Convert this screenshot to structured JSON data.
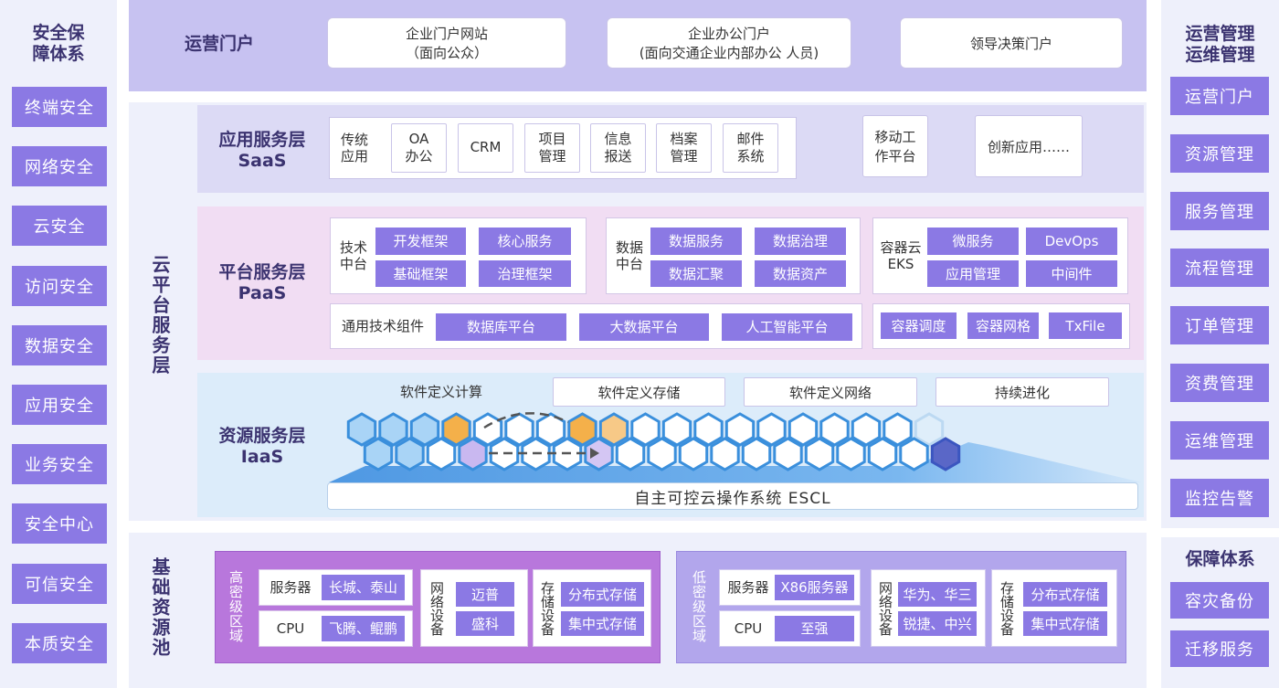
{
  "left": {
    "title_line1": "安全保",
    "title_line2": "障体系",
    "items": [
      "终端安全",
      "网络安全",
      "云安全",
      "访问安全",
      "数据安全",
      "应用安全",
      "业务安全",
      "安全中心",
      "可信安全",
      "本质安全"
    ]
  },
  "right_top": {
    "title_line1": "运营管理",
    "title_line2": "运维管理",
    "items": [
      "运营门户",
      "资源管理",
      "服务管理",
      "流程管理",
      "订单管理",
      "资费管理",
      "运维管理",
      "监控告警"
    ]
  },
  "right_bottom": {
    "title": "保障体系",
    "items": [
      "容灾备份",
      "迁移服务"
    ]
  },
  "portal": {
    "label": "运营门户",
    "boxes": [
      {
        "line1": "企业门户网站",
        "line2": "（面向公众）"
      },
      {
        "line1": "企业办公门户",
        "line2": "(面向交通企业内部办公 人员)"
      },
      {
        "line1": "领导决策门户",
        "line2": ""
      }
    ]
  },
  "cloud_label": "云平台服务层",
  "saas": {
    "label1": "应用服务层",
    "label2": "SaaS",
    "traditional_line1": "传统",
    "traditional_line2": "应用",
    "apps": [
      {
        "l1": "OA",
        "l2": "办公"
      },
      {
        "l1": "CRM",
        "l2": ""
      },
      {
        "l1": "项目",
        "l2": "管理"
      },
      {
        "l1": "信息",
        "l2": "报送"
      },
      {
        "l1": "档案",
        "l2": "管理"
      },
      {
        "l1": "邮件",
        "l2": "系统"
      }
    ],
    "mobile_line1": "移动工",
    "mobile_line2": "作平台",
    "innovation": "创新应用……"
  },
  "paas": {
    "label1": "平台服务层",
    "label2": "PaaS",
    "tech_line1": "技术",
    "tech_line2": "中台",
    "tech_items": [
      "开发框架",
      "核心服务",
      "基础框架",
      "治理框架"
    ],
    "data_line1": "数据",
    "data_line2": "中台",
    "data_items": [
      "数据服务",
      "数据治理",
      "数据汇聚",
      "数据资产"
    ],
    "container_line1": "容器云",
    "container_line2": "EKS",
    "container_items": [
      "微服务",
      "DevOps",
      "应用管理",
      "中间件"
    ],
    "common_label": "通用技术组件",
    "common_items": [
      "数据库平台",
      "大数据平台",
      "人工智能平台"
    ],
    "container_ops": [
      "容器调度",
      "容器网格",
      "TxFile"
    ]
  },
  "iaas": {
    "label1": "资源服务层",
    "label2": "IaaS",
    "compute": "软件定义计算",
    "storage": "软件定义存储",
    "network": "软件定义网络",
    "evolve": "持续进化",
    "os": "自主可控云操作系统 ESCL"
  },
  "base": {
    "label": "基础资源池",
    "high": {
      "zone": "高密级区域",
      "server_label": "服务器",
      "server_value": "长城、泰山",
      "cpu_label": "CPU",
      "cpu_value": "飞腾、鲲鹏",
      "net_label": "网络设备",
      "net_values": [
        "迈普",
        "盛科"
      ],
      "storage_label": "存储设备",
      "storage_values": [
        "分布式存储",
        "集中式存储"
      ]
    },
    "low": {
      "zone": "低密级区域",
      "server_label": "服务器",
      "server_value": "X86服务器",
      "cpu_label": "CPU",
      "cpu_value": "至强",
      "net_label": "网络设备",
      "net_values": [
        "华为、华三",
        "锐捷、中兴"
      ],
      "storage_label": "存储设备",
      "storage_values": [
        "分布式存储",
        "集中式存储"
      ]
    }
  },
  "colors": {
    "accent": "#8b79e4",
    "saas_bg": "#dcdaf5",
    "paas_bg": "#f1ddf3",
    "iaas_bg": "#dcecfa",
    "high_zone": "#b877dc",
    "low_zone": "#b2a6ec"
  }
}
